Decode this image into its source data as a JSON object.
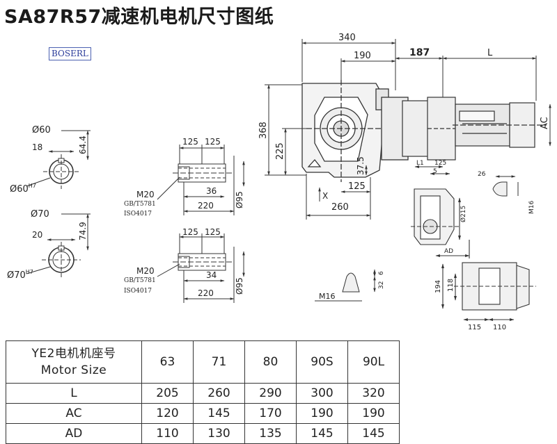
{
  "title": "SA87R57减速机电机尺寸图纸",
  "logo": "BOSERL",
  "shaft1": {
    "dia": "Ø60",
    "key_w": "18",
    "key_h": "64.4",
    "bore": "Ø60",
    "fit": "H7"
  },
  "shaft2": {
    "dia": "Ø70",
    "key_w": "20",
    "key_h": "74.9",
    "bore": "Ø70",
    "fit": "H7"
  },
  "side1": {
    "d1": "125",
    "d2": "125",
    "d3": "36",
    "d4": "220",
    "dia": "Ø95",
    "thread": "M20",
    "std1": "GB/T5781",
    "std2": "ISO4017"
  },
  "side2": {
    "d1": "125",
    "d2": "125",
    "d3": "34",
    "d4": "220",
    "dia": "Ø95",
    "thread": "M20",
    "std1": "GB/T5781",
    "std2": "ISO4017"
  },
  "main": {
    "w340": "340",
    "w190": "190",
    "w187": "187",
    "L": "L",
    "AC": "AC",
    "h368": "368",
    "h225": "225",
    "h37": "37.5",
    "w125": "125",
    "w260": "260",
    "X": "X"
  },
  "flange": {
    "L1": "L1",
    "d125": "125",
    "d5": "5",
    "dia": "Ø215",
    "AD": "AD"
  },
  "key_detail": {
    "d26": "26",
    "m16": "M16"
  },
  "key_detail2": {
    "d6": "6",
    "d32": "32",
    "m16": "M16"
  },
  "foot": {
    "h194": "194",
    "h118": "118",
    "w115": "115",
    "w110": "110"
  },
  "table": {
    "header_line1": "YE2电机机座号",
    "header_line2": "Motor Size",
    "sizes": [
      "63",
      "71",
      "80",
      "90S",
      "90L"
    ],
    "rows": [
      {
        "label": "L",
        "values": [
          "205",
          "260",
          "290",
          "300",
          "320"
        ]
      },
      {
        "label": "AC",
        "values": [
          "120",
          "145",
          "170",
          "190",
          "190"
        ]
      },
      {
        "label": "AD",
        "values": [
          "110",
          "130",
          "135",
          "145",
          "145"
        ]
      }
    ]
  }
}
